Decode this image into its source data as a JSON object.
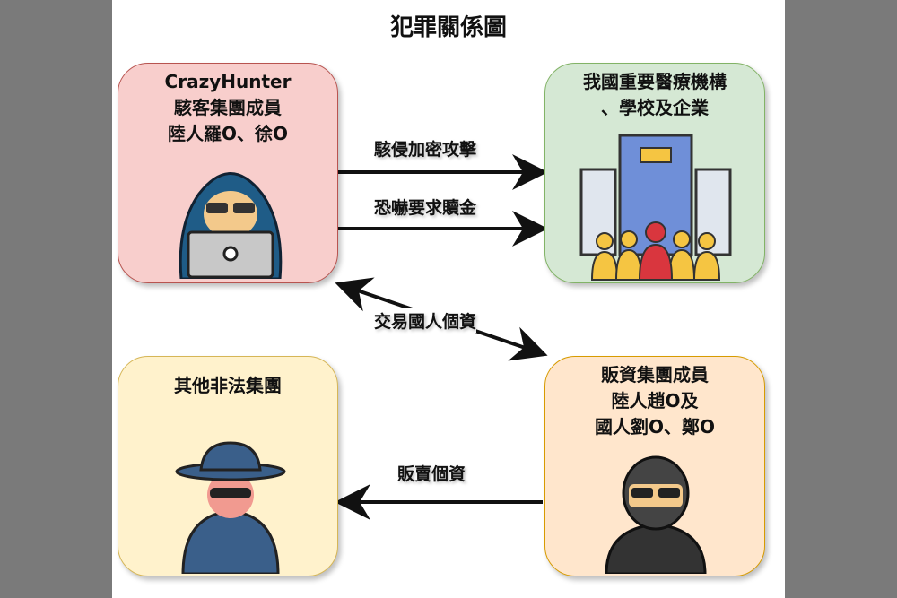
{
  "title": "犯罪關係圖",
  "boxes": {
    "hacker": {
      "lines": [
        "CrazyHunter",
        "駭客集團成員",
        "陸人羅O、徐O"
      ],
      "color": "#f8cecc"
    },
    "victims": {
      "lines": [
        "我國重要醫療機構",
        "、學校及企業"
      ],
      "color": "#d5e8d4"
    },
    "other": {
      "lines": [
        "其他非法集團"
      ],
      "color": "#fff2cc"
    },
    "seller": {
      "lines": [
        "販資集團成員",
        "陸人趙O及",
        "國人劉O、鄭O"
      ],
      "color": "#ffe6cc"
    }
  },
  "arrows": {
    "attack": "駭侵加密攻擊",
    "ransom": "恐嚇要求贖金",
    "trade": "交易國人個資",
    "sell": "販賣個資"
  }
}
